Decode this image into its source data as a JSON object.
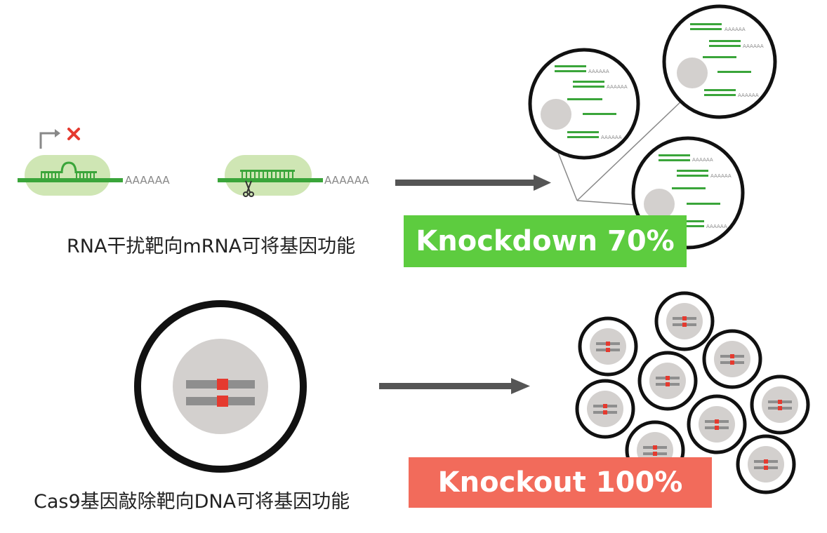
{
  "top": {
    "caption": "RNA干扰靶向mRNA可将基因功能",
    "badge": "Knockdown 70%",
    "polyA": "AAAAAA",
    "polyA_small": "AAAAAA"
  },
  "bottom": {
    "caption": "Cas9基因敲除靶向DNA可将基因功能",
    "badge": "Knockout 100%"
  },
  "colors": {
    "green": "#3aa53a",
    "light_green": "#cfe6b4",
    "knockdown_badge": "#5dcc3f",
    "knockout_badge": "#f26b5b",
    "red": "#e53a2f",
    "gray_dna": "#8e8e8e",
    "nucleus": "#d3d0ce",
    "arrow": "#555555"
  }
}
